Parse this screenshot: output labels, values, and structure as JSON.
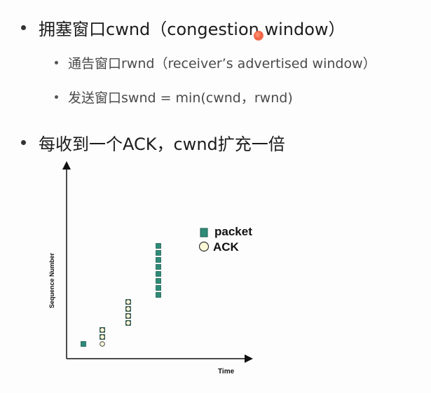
{
  "bullets": {
    "b1": "拥塞窗口cwnd（congestion window）",
    "b1_1": "通告窗口rwnd（receiver’s advertised window）",
    "b1_2": "发送窗口swnd = min(cwnd，rwnd)",
    "b2": "每收到一个ACK，cwnd扩充一倍"
  },
  "diagram": {
    "ylabel": "Sequence Number",
    "xlabel": "Time",
    "legend": {
      "packet": "packet",
      "ack": "ACK"
    },
    "colors": {
      "packet": "#2e8b78",
      "ack_fill": "#fbf9d8",
      "axis": "#111111",
      "ack_stroke": "#333333"
    },
    "rounds": [
      {
        "round": 1,
        "packets": 1,
        "acks": 1
      },
      {
        "round": 2,
        "packets": 2,
        "acks": 2
      },
      {
        "round": 3,
        "packets": 4,
        "acks": 4
      },
      {
        "round": 4,
        "packets": 8,
        "acks": 0
      }
    ]
  }
}
